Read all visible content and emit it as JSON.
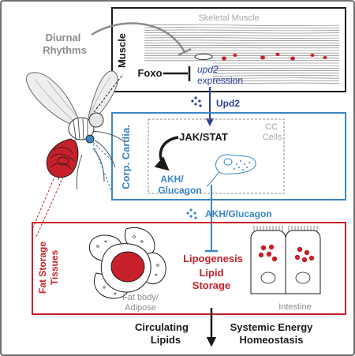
{
  "colors": {
    "black": "#1a1a1a",
    "gray": "#8c8c8c",
    "light_gray": "#a8a8a8",
    "blue": "#3a86c8",
    "dark_blue": "#2c3e9c",
    "red": "#c8202a",
    "muscle_fiber": "#6e6e6e"
  },
  "muscle_panel": {
    "side_label": "Muscle",
    "tissue_label": "Skeletal Muscle",
    "foxo_label": "Foxo",
    "upd2_italic": "upd2",
    "expression_label": "expression"
  },
  "diurnal": {
    "line1": "Diurnal",
    "line2": "Rhythms"
  },
  "upd2_signal": "Upd2",
  "cc_panel": {
    "side_label": "Corp. Cardia.",
    "cells_line1": "CC",
    "cells_line2": "Cells",
    "jakstat_label": "JAK/STAT",
    "akh_line1": "AKH/",
    "akh_line2": "Glucagon"
  },
  "akh_signal": "AKH/Glucagon",
  "fat_panel": {
    "side_line1": "Fat Storage",
    "side_line2": "Tissues",
    "fatbody_line1": "Fat body/",
    "fatbody_line2": "Adipose",
    "lipogenesis_label": "Lipogenesis",
    "lipid_label": "Lipid",
    "storage_label": "Storage",
    "intestine_label": "Intestine"
  },
  "outputs": {
    "circ_line1": "Circulating",
    "circ_line2": "Lipids",
    "sys_line1": "Systemic Energy",
    "sys_line2": "Homeostasis"
  },
  "icons": [
    "fly-illustration",
    "fat-cell-cluster",
    "intestine-cells",
    "signal-dots"
  ]
}
